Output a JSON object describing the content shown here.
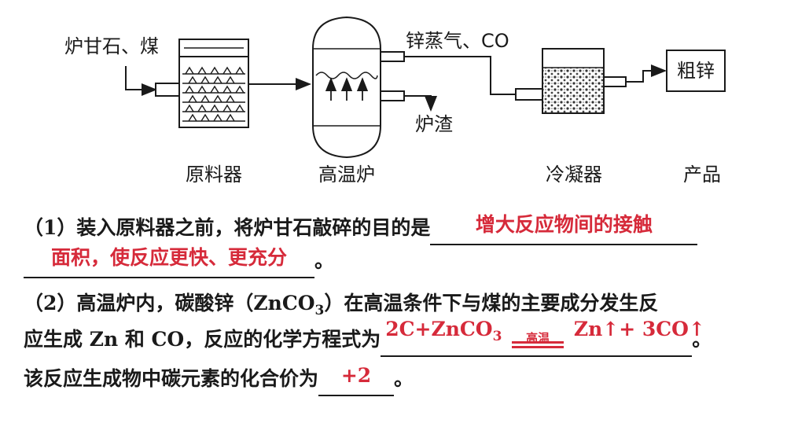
{
  "diagram": {
    "input_label": "炉甘石、煤",
    "vapor_label": "锌蒸气、CO",
    "slag_label": "炉渣",
    "product_box": "粗锌",
    "captions": {
      "feeder": "原料器",
      "furnace": "高温炉",
      "condenser": "冷凝器",
      "product": "产品"
    }
  },
  "questions": {
    "q1": {
      "line1": "（1）装入原料器之前，将炉甘石敲碎的目的是",
      "answer_part1": "增大反应物间的接触",
      "answer_part2": "面积，使反应更快、更充分",
      "end": "。"
    },
    "q2": {
      "line1": "（2）高温炉内，碳酸锌（ZnCO",
      "line1_sub": "3",
      "line1_end": "）在高温条件下与煤的主要成分发生反",
      "line2": "应生成 Zn 和 CO，反应的化学方程式为",
      "eq_left": "2C+ZnCO",
      "eq_left_sub": "3",
      "eq_condition": "高温",
      "eq_right": "Zn↑+ 3CO↑",
      "end": "。"
    },
    "q3": {
      "text": "该反应生成物中碳元素的化合价为",
      "answer": "+2",
      "end": "。"
    }
  },
  "colors": {
    "answer": "#d62a3a",
    "ink": "#1a1a1a"
  }
}
